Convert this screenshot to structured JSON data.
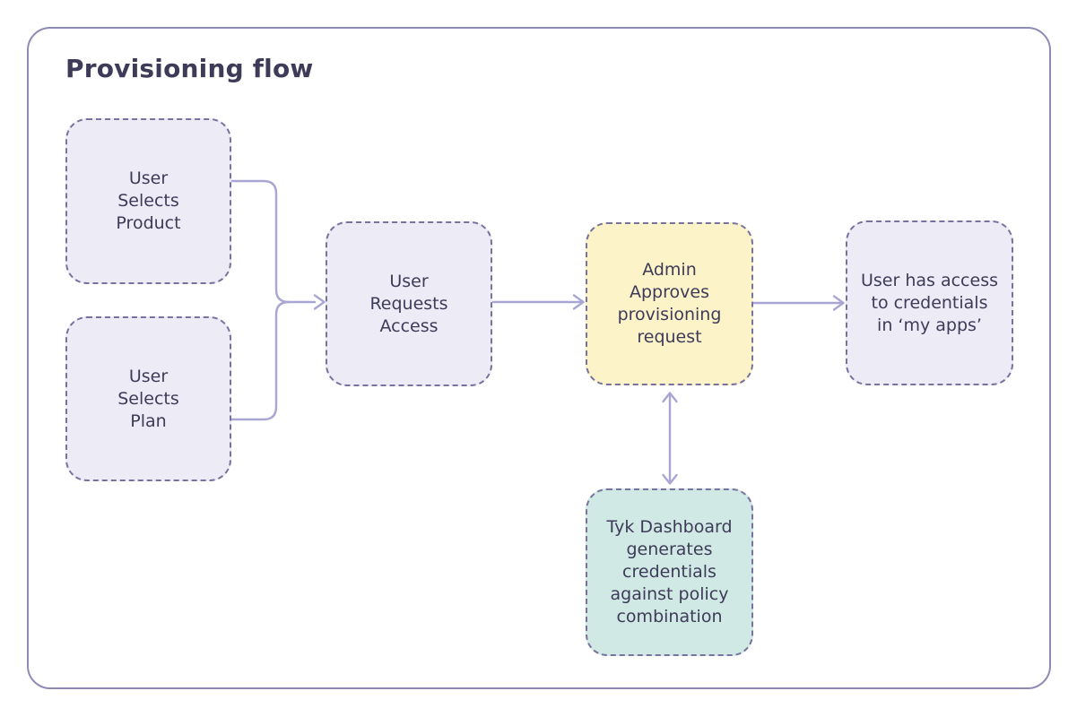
{
  "title": "Provisioning flow",
  "colors": {
    "frame_border": "#8D8AB5",
    "node_border": "#77739E",
    "connector": "#A9A6D3",
    "text": "#3E3B58",
    "lavender_fill": "#ECEBF6",
    "yellow_fill": "#FCF3C9",
    "teal_fill": "#D0E9E4"
  },
  "nodes": [
    {
      "id": "user-selects-product",
      "label": "User\nSelects\nProduct",
      "fill": "#ECEBF6"
    },
    {
      "id": "user-selects-plan",
      "label": "User\nSelects\nPlan",
      "fill": "#ECEBF6"
    },
    {
      "id": "user-requests-access",
      "label": "User\nRequests\nAccess",
      "fill": "#ECEBF6"
    },
    {
      "id": "admin-approves-request",
      "label": "Admin\nApproves\nprovisioning\nrequest",
      "fill": "#FCF3C9"
    },
    {
      "id": "user-has-access",
      "label": "User has access\nto credentials\nin ‘my apps’",
      "fill": "#ECEBF6"
    },
    {
      "id": "tyk-dashboard-generates",
      "label": "Tyk Dashboard\ngenerates\ncredentials\nagainst policy\ncombination",
      "fill": "#D0E9E4"
    }
  ]
}
